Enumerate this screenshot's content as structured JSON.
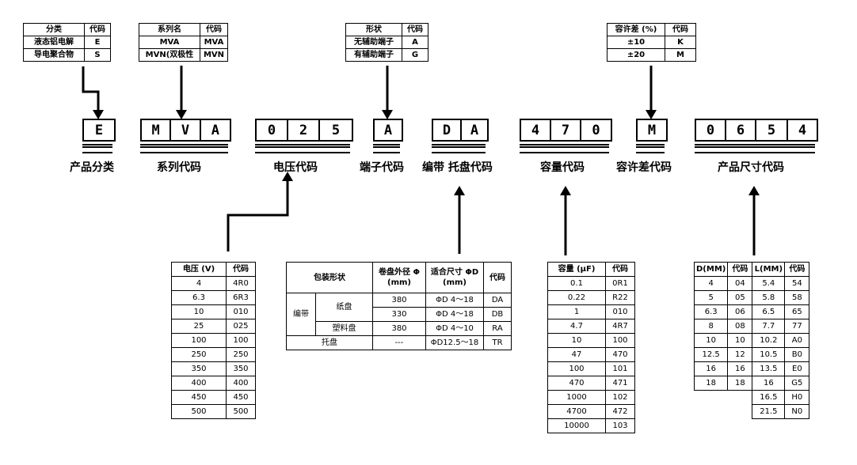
{
  "category_table": {
    "header": [
      "分类",
      "代码"
    ],
    "rows": [
      [
        "液态铝电解",
        "E"
      ],
      [
        "导电聚合物",
        "S"
      ]
    ]
  },
  "series_table": {
    "header": [
      "系列名",
      "代码"
    ],
    "rows": [
      [
        "MVA",
        "MVA"
      ],
      [
        "MVN(双极性",
        "MVN"
      ]
    ]
  },
  "terminal_table": {
    "header": [
      "形状",
      "代码"
    ],
    "rows": [
      [
        "无辅助端子",
        "A"
      ],
      [
        "有辅助端子",
        "G"
      ]
    ]
  },
  "tolerance_table": {
    "header": [
      "容许差 (%)",
      "代码"
    ],
    "rows": [
      [
        "±10",
        "K"
      ],
      [
        "±20",
        "M"
      ]
    ]
  },
  "code_groups": [
    {
      "name": "category",
      "chars": [
        "E"
      ],
      "label": "产品分类"
    },
    {
      "name": "series",
      "chars": [
        "M",
        "V",
        "A"
      ],
      "label": "系列代码"
    },
    {
      "name": "voltage",
      "chars": [
        "0",
        "2",
        "5"
      ],
      "label": "电压代码"
    },
    {
      "name": "terminal",
      "chars": [
        "A"
      ],
      "label": "端子代码"
    },
    {
      "name": "packaging",
      "chars": [
        "D",
        "A"
      ],
      "label": "编带 托盘代码"
    },
    {
      "name": "capacitance",
      "chars": [
        "4",
        "7",
        "0"
      ],
      "label": "容量代码"
    },
    {
      "name": "tolerance",
      "chars": [
        "M"
      ],
      "label": "容许差代码"
    },
    {
      "name": "size",
      "chars": [
        "0",
        "6",
        "5",
        "4"
      ],
      "label": "产品尺寸代码"
    }
  ],
  "voltage_table": {
    "header": [
      "电压 (V)",
      "代码"
    ],
    "rows": [
      [
        "4",
        "4R0"
      ],
      [
        "6.3",
        "6R3"
      ],
      [
        "10",
        "010"
      ],
      [
        "25",
        "025"
      ],
      [
        "100",
        "100"
      ],
      [
        "250",
        "250"
      ],
      [
        "350",
        "350"
      ],
      [
        "400",
        "400"
      ],
      [
        "450",
        "450"
      ],
      [
        "500",
        "500"
      ]
    ]
  },
  "packaging_table": {
    "header": [
      "包装形状",
      "卷盘外径 Φ (mm)",
      "适合尺寸 ΦD (mm)",
      "代码"
    ],
    "group_label": "编带",
    "rows": [
      {
        "sub": "纸盘",
        "dia": "380",
        "size": "ΦD 4～18",
        "code": "DA"
      },
      {
        "sub": "",
        "dia": "330",
        "size": "ΦD 4～18",
        "code": "DB"
      },
      {
        "sub": "塑料盘",
        "dia": "380",
        "size": "ΦD 4～10",
        "code": "RA"
      }
    ],
    "tray_row": {
      "label": "托盘",
      "dia": "---",
      "size": "ΦD12.5～18",
      "code": "TR"
    }
  },
  "capacitance_table": {
    "header": [
      "容量 (μF)",
      "代码"
    ],
    "rows": [
      [
        "0.1",
        "0R1"
      ],
      [
        "0.22",
        "R22"
      ],
      [
        "1",
        "010"
      ],
      [
        "4.7",
        "4R7"
      ],
      [
        "10",
        "100"
      ],
      [
        "47",
        "470"
      ],
      [
        "100",
        "101"
      ],
      [
        "470",
        "471"
      ],
      [
        "1000",
        "102"
      ],
      [
        "4700",
        "472"
      ],
      [
        "10000",
        "103"
      ]
    ]
  },
  "size_table": {
    "header": [
      "D(MM)",
      "代码",
      "L(MM)",
      "代码"
    ],
    "rows": [
      [
        "4",
        "04",
        "5.4",
        "54"
      ],
      [
        "5",
        "05",
        "5.8",
        "58"
      ],
      [
        "6.3",
        "06",
        "6.5",
        "65"
      ],
      [
        "8",
        "08",
        "7.7",
        "77"
      ],
      [
        "10",
        "10",
        "10.2",
        "A0"
      ],
      [
        "12.5",
        "12",
        "10.5",
        "B0"
      ],
      [
        "16",
        "16",
        "13.5",
        "E0"
      ],
      [
        "18",
        "18",
        "16",
        "G5"
      ],
      [
        "",
        "",
        "16.5",
        "H0"
      ],
      [
        "",
        "",
        "21.5",
        "N0"
      ]
    ]
  }
}
